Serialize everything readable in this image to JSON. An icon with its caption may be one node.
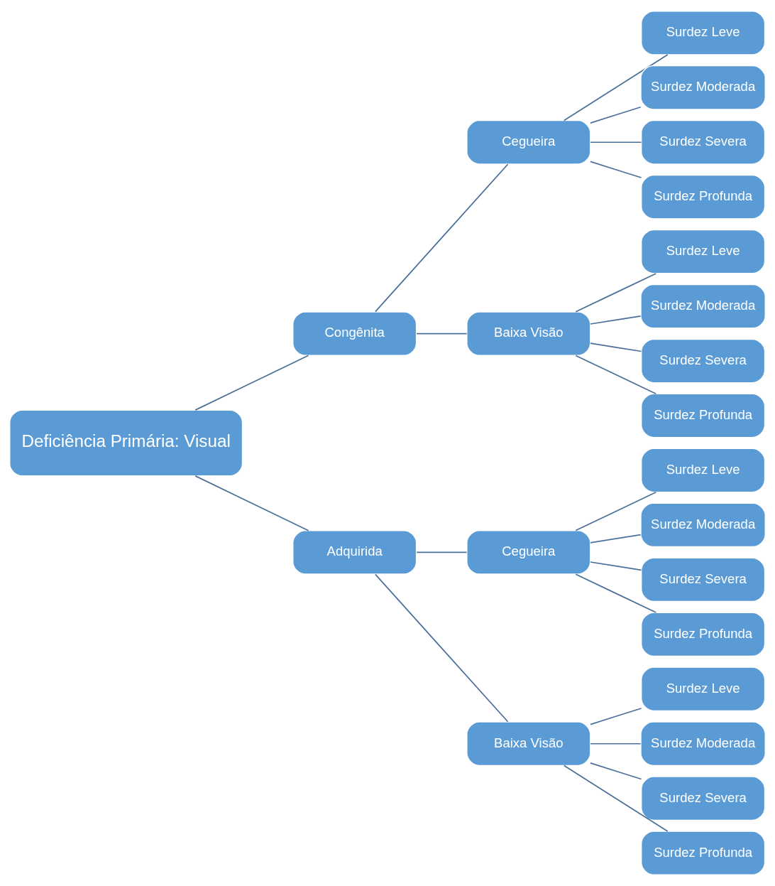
{
  "diagram": {
    "nodes": [
      {
        "text": [
          "Deficiência Primária: Visual"
        ]
      },
      {
        "text": [
          "Congênita"
        ]
      },
      {
        "text": [
          "Cegueira"
        ]
      },
      {
        "text": [
          "Surdez Leve"
        ]
      },
      {
        "text": [
          "Surdez Moderada"
        ]
      },
      {
        "text": [
          "Surdez Severa"
        ]
      },
      {
        "text": [
          "Surdez Profunda"
        ]
      },
      {
        "text": [
          "Baixa Visão"
        ]
      },
      {
        "text": [
          "Surdez Leve"
        ]
      },
      {
        "text": [
          "Surdez Moderada"
        ]
      },
      {
        "text": [
          "Surdez Severa"
        ]
      },
      {
        "text": [
          "Surdez Profunda"
        ]
      },
      {
        "text": [
          "Adquirida"
        ]
      },
      {
        "text": [
          "Cegueira"
        ]
      },
      {
        "text": [
          "Surdez Leve"
        ]
      },
      {
        "text": [
          "Surdez Moderada"
        ]
      },
      {
        "text": [
          "Surdez Severa"
        ]
      },
      {
        "text": [
          "Surdez Profunda"
        ]
      },
      {
        "text": [
          "Baixa Visão"
        ]
      },
      {
        "text": [
          "Surdez Leve"
        ]
      },
      {
        "text": [
          "Surdez Moderada"
        ]
      },
      {
        "text": [
          "Surdez Severa"
        ]
      },
      {
        "text": [
          "Surdez Profunda"
        ]
      }
    ],
    "edges": [
      {
        "from": 0,
        "to": 1,
        "arrow": "none"
      },
      {
        "from": 1,
        "to": 2,
        "arrow": "none"
      },
      {
        "from": 2,
        "to": 3,
        "arrow": "none"
      },
      {
        "from": 2,
        "to": 4,
        "arrow": "none"
      },
      {
        "from": 2,
        "to": 5,
        "arrow": "none"
      },
      {
        "from": 2,
        "to": 6,
        "arrow": "none"
      },
      {
        "from": 1,
        "to": 7,
        "arrow": "none"
      },
      {
        "from": 7,
        "to": 8,
        "arrow": "none"
      },
      {
        "from": 7,
        "to": 9,
        "arrow": "none"
      },
      {
        "from": 7,
        "to": 10,
        "arrow": "none"
      },
      {
        "from": 7,
        "to": 11,
        "arrow": "none"
      },
      {
        "from": 0,
        "to": 12,
        "arrow": "none"
      },
      {
        "from": 12,
        "to": 13,
        "arrow": "none"
      },
      {
        "from": 13,
        "to": 14,
        "arrow": "none"
      },
      {
        "from": 13,
        "to": 15,
        "arrow": "none"
      },
      {
        "from": 13,
        "to": 16,
        "arrow": "none"
      },
      {
        "from": 13,
        "to": 17,
        "arrow": "none"
      },
      {
        "from": 12,
        "to": 18,
        "arrow": "none"
      },
      {
        "from": 18,
        "to": 19,
        "arrow": "none"
      },
      {
        "from": 18,
        "to": 20,
        "arrow": "none"
      },
      {
        "from": 18,
        "to": 21,
        "arrow": "none"
      },
      {
        "from": 18,
        "to": 22,
        "arrow": "none"
      }
    ]
  }
}
